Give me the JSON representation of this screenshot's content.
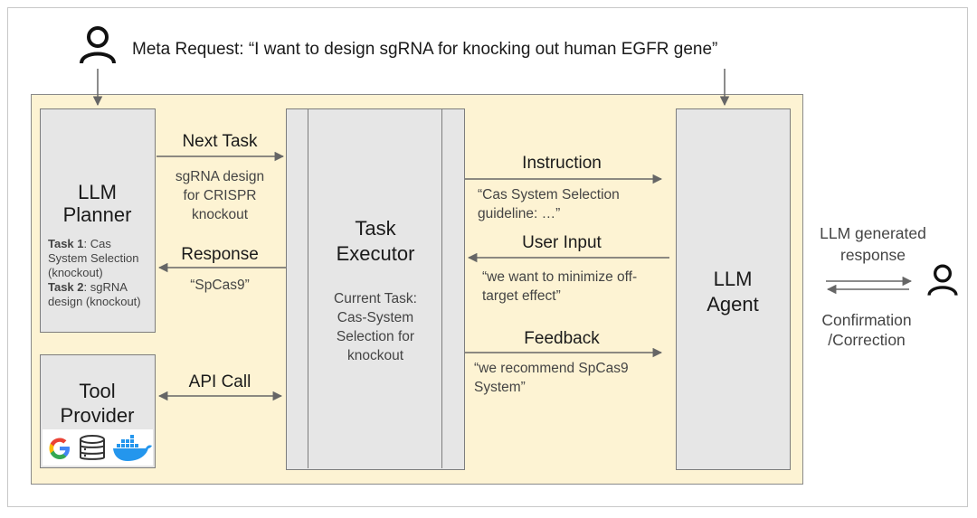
{
  "meta_request": "Meta Request: “I want to design sgRNA for knocking out human EGFR gene”",
  "planner": {
    "title_l1": "LLM",
    "title_l2": "Planner",
    "task1_label": "Task 1",
    "task1_l1": ": Cas",
    "task1_l2": "System Selection",
    "task1_l3": "(knockout)",
    "task2_label": "Task 2",
    "task2_l1": ": sgRNA",
    "task2_l2": "design (knockout)"
  },
  "tool_provider": {
    "title_l1": "Tool",
    "title_l2": "Provider",
    "icons": [
      "google-icon",
      "database-icon",
      "docker-icon"
    ]
  },
  "executor": {
    "title_l1": "Task",
    "title_l2": "Executor",
    "current_l1": "Current Task:",
    "current_l2": "Cas-System",
    "current_l3": "Selection for",
    "current_l4": "knockout"
  },
  "agent": {
    "title_l1": "LLM",
    "title_l2": "Agent"
  },
  "next_task": {
    "label": "Next Task",
    "d1": "sgRNA design",
    "d2": "for CRISPR",
    "d3": "knockout"
  },
  "response": {
    "label": "Response",
    "detail": "“SpCas9”"
  },
  "api_call": {
    "label": "API Call"
  },
  "instruction": {
    "label": "Instruction",
    "d1": "“Cas System Selection",
    "d2": "guideline: …”"
  },
  "user_input": {
    "label": "User Input",
    "d1": "“we want to minimize off-",
    "d2": "target effect”"
  },
  "feedback": {
    "label": "Feedback",
    "d1": "“we recommend SpCas9",
    "d2": "System”"
  },
  "llm_generated": {
    "l1": "LLM generated",
    "l2": "response"
  },
  "confirmation": {
    "l1": "Confirmation",
    "l2": "/Correction"
  },
  "colors": {
    "panel": "#fdf3d3",
    "box": "#e6e6e6",
    "arrow": "#666666"
  }
}
